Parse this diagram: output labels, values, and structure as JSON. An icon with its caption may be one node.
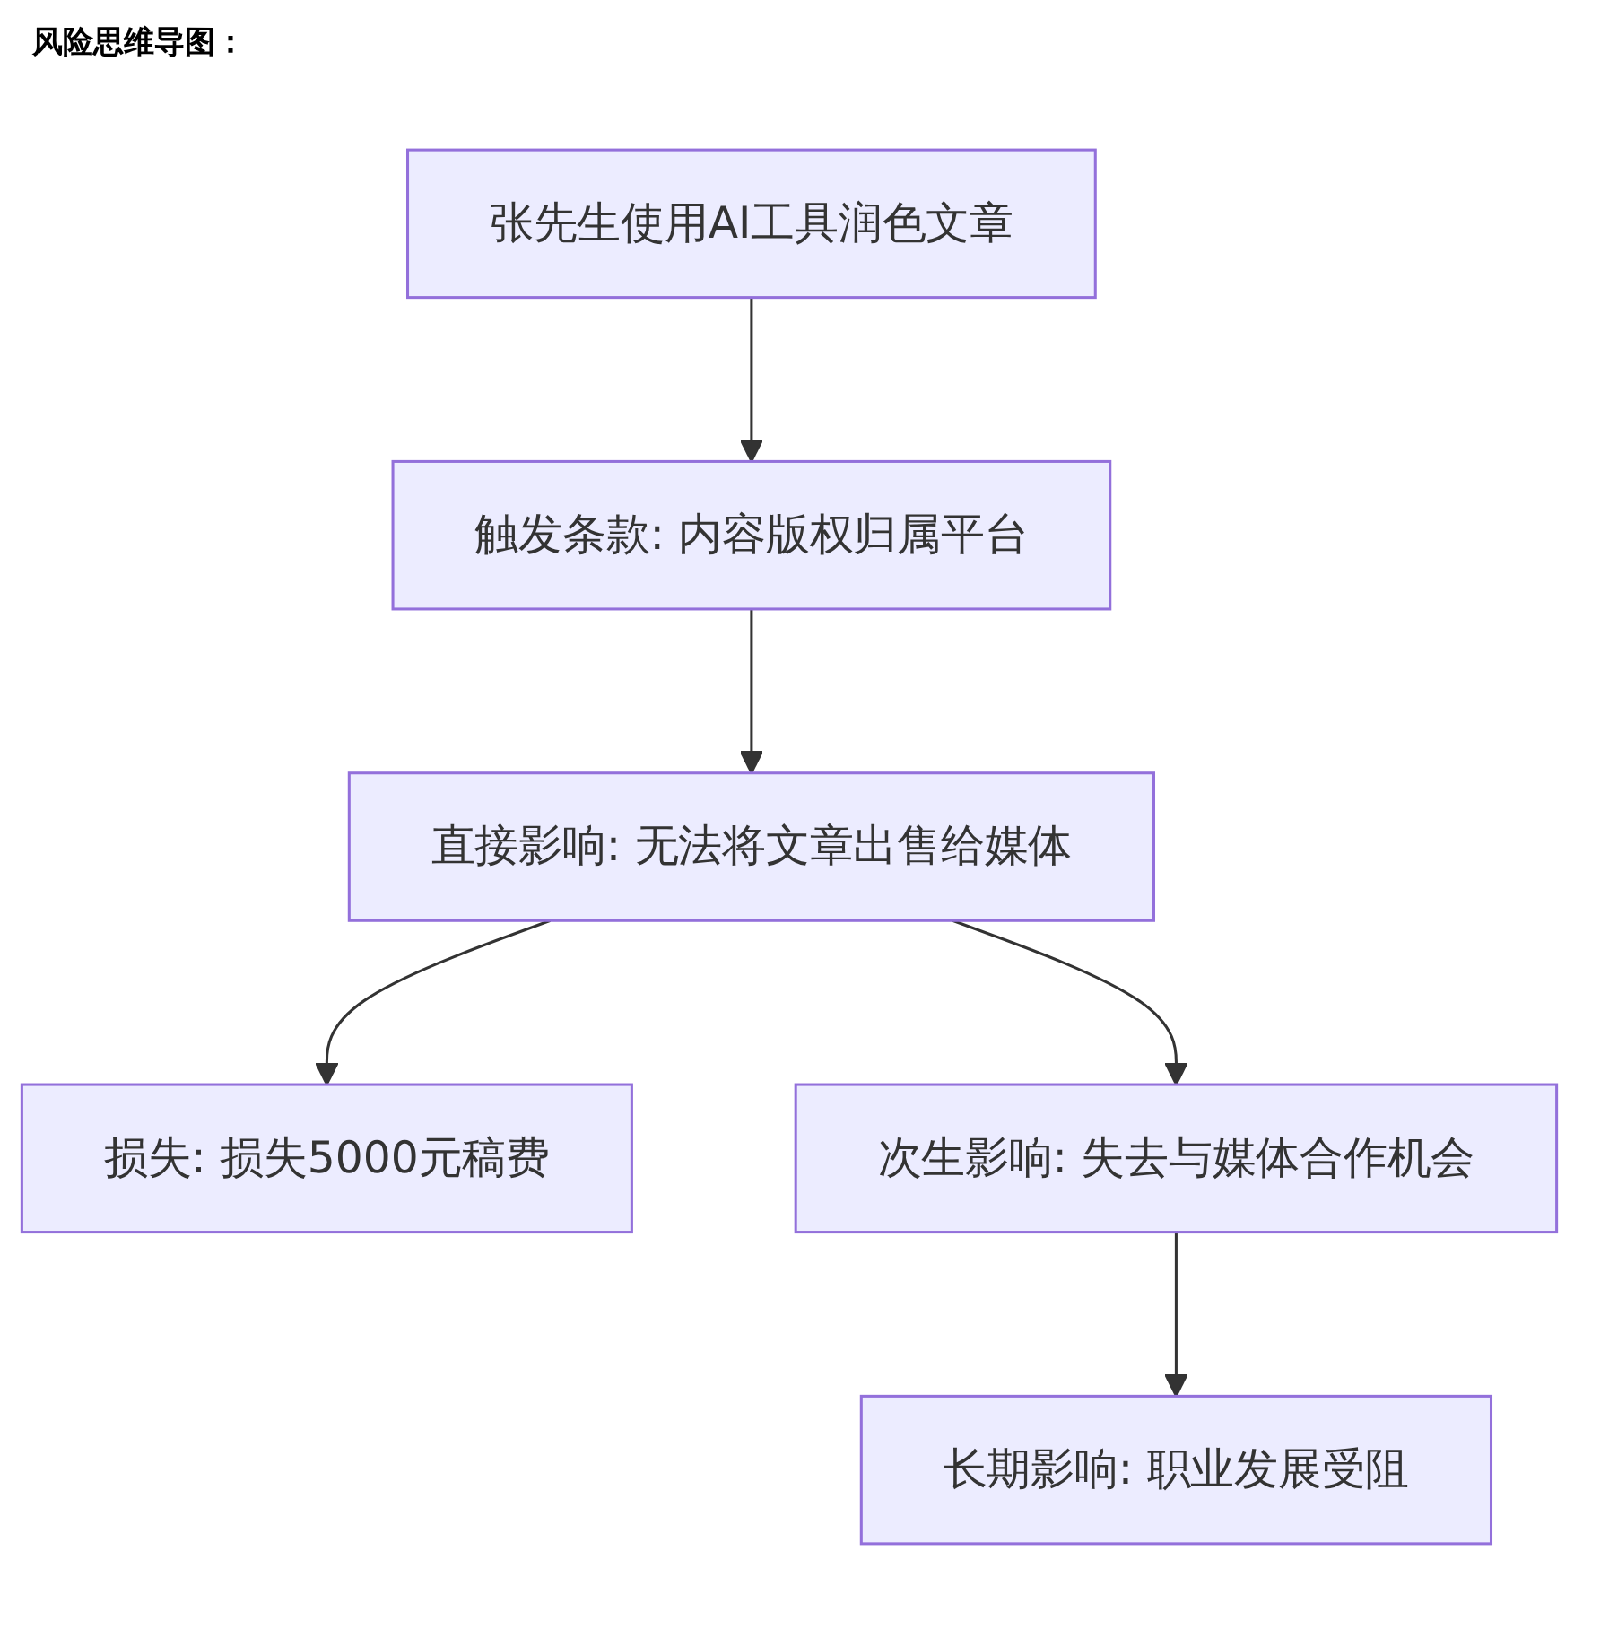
{
  "diagram": {
    "title": "风险思维导图：",
    "nodes": [
      {
        "text": [
          "张先生使用AI工具润色文章"
        ]
      },
      {
        "text": [
          "触发条款: 内容版权归属平台"
        ]
      },
      {
        "text": [
          "直接影响: 无法将文章出售给媒体"
        ]
      },
      {
        "text": [
          "损失: 损失5000元稿费"
        ]
      },
      {
        "text": [
          "次生影响: 失去与媒体合作机会"
        ]
      },
      {
        "text": [
          "长期影响: 职业发展受阻"
        ]
      }
    ],
    "edges": [
      {
        "from": 0,
        "to": 1,
        "arrow": "to"
      },
      {
        "from": 1,
        "to": 2,
        "arrow": "to"
      },
      {
        "from": 2,
        "to": 3,
        "arrow": "to"
      },
      {
        "from": 2,
        "to": 4,
        "arrow": "to"
      },
      {
        "from": 4,
        "to": 5,
        "arrow": "to"
      }
    ]
  }
}
